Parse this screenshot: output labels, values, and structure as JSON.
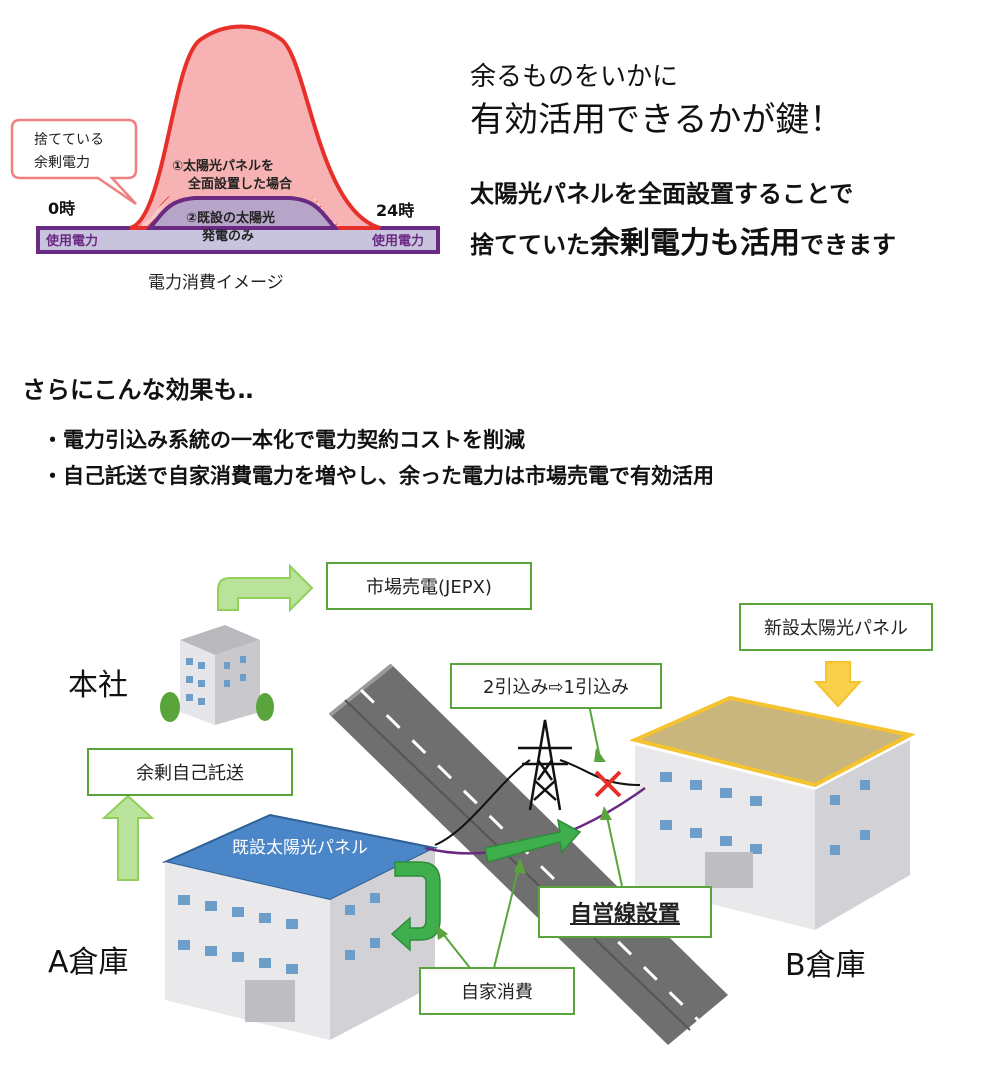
{
  "chart": {
    "callout": [
      "捨てている",
      "余剰電力"
    ],
    "label_0h": "0時",
    "label_24h": "24時",
    "usage_left": "使用電力",
    "usage_right": "使用電力",
    "red_label": [
      "①太陽光パネルを",
      "全面設置した場合"
    ],
    "purple_label": [
      "②既設の太陽光",
      "発電のみ"
    ],
    "caption": "電力消費イメージ"
  },
  "headline": {
    "line1": "余るものをいかに",
    "line2": "有効活用できるかが鍵！",
    "line3": "太陽光パネルを全面設置することで",
    "line4_pre": "捨てていた",
    "line4_em": "余剰電力も活用",
    "line4_post": "できます"
  },
  "effects": {
    "heading": "さらにこんな効果も‥",
    "bullets": [
      "・電力引込み系統の一本化で電力契約コストを削減",
      "・自己託送で自家消費電力を増やし、余った電力は市場売電で有効活用"
    ]
  },
  "diagram": {
    "market_sale": "市場売電(JEPX)",
    "new_panel": "新設太陽光パネル",
    "hq": "本社",
    "intake": "2引込み⇨1引込み",
    "self_wheeling": "余剰自己託送",
    "existing_panel": "既設太陽光パネル",
    "private_line": "自営線設置",
    "warehouse_a": "A倉庫",
    "warehouse_b": "B倉庫",
    "self_consumption": "自家消費"
  },
  "colors": {
    "green_border": "#5aa43c",
    "red": "#e8302a",
    "purple": "#6b2a82",
    "arrow_green": "#8fcf5a"
  }
}
